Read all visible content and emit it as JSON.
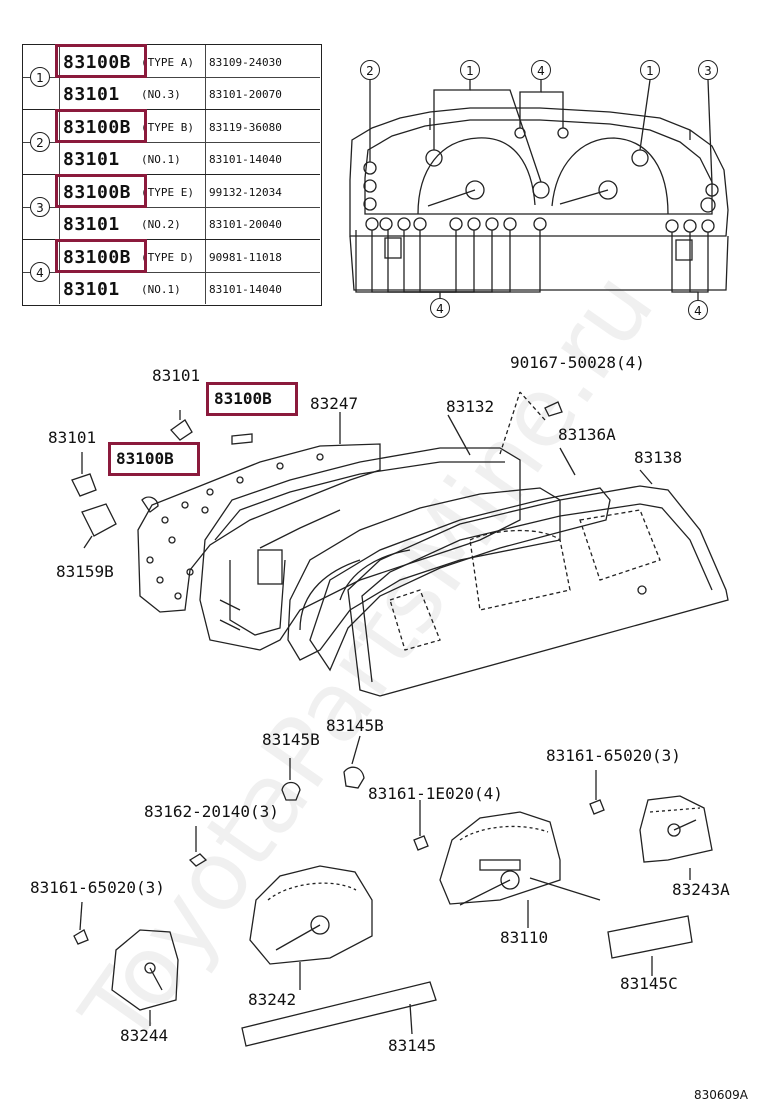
{
  "table": {
    "rows": [
      {
        "group": "1",
        "part": "83100B",
        "desc": "(TYPE A)",
        "code": "83109-24030"
      },
      {
        "group": "",
        "part": "83101",
        "desc": "(NO.3)",
        "code": "83101-20070"
      },
      {
        "group": "2",
        "part": "83100B",
        "desc": "(TYPE B)",
        "code": "83119-36080"
      },
      {
        "group": "",
        "part": "83101",
        "desc": "(NO.1)",
        "code": "83101-14040"
      },
      {
        "group": "3",
        "part": "83100B",
        "desc": "(TYPE E)",
        "code": "99132-12034"
      },
      {
        "group": "",
        "part": "83101",
        "desc": "(NO.2)",
        "code": "83101-20040"
      },
      {
        "group": "4",
        "part": "83100B",
        "desc": "(TYPE D)",
        "code": "90981-11018"
      },
      {
        "group": "",
        "part": "83101",
        "desc": "(NO.1)",
        "code": "83101-14040"
      }
    ]
  },
  "top_diagram": {
    "callouts": [
      "2",
      "1",
      "4",
      "1",
      "3",
      "4",
      "4"
    ]
  },
  "parts": {
    "p83101_a": "83101",
    "p83100b_a": "83100B",
    "p83247": "83247",
    "p90167": "90167-50028(4)",
    "p83132": "83132",
    "p83136a": "83136A",
    "p83138": "83138",
    "p83101_b": "83101",
    "p83100b_b": "83100B",
    "p83159b": "83159B",
    "p83145b_a": "83145B",
    "p83145b_b": "83145B",
    "p83161_65020_a": "83161-65020(3)",
    "p83162": "83162-20140(3)",
    "p83161_1e020": "83161-1E020(4)",
    "p83243a": "83243A",
    "p83161_65020_b": "83161-65020(3)",
    "p83110": "83110",
    "p83242": "83242",
    "p83145c": "83145C",
    "p83244": "83244",
    "p83145": "83145"
  },
  "footer_code": "830609A",
  "watermark": "ToyotaPartsMine.ru",
  "colors": {
    "highlight": "#8b1a3c",
    "line": "#222222"
  }
}
